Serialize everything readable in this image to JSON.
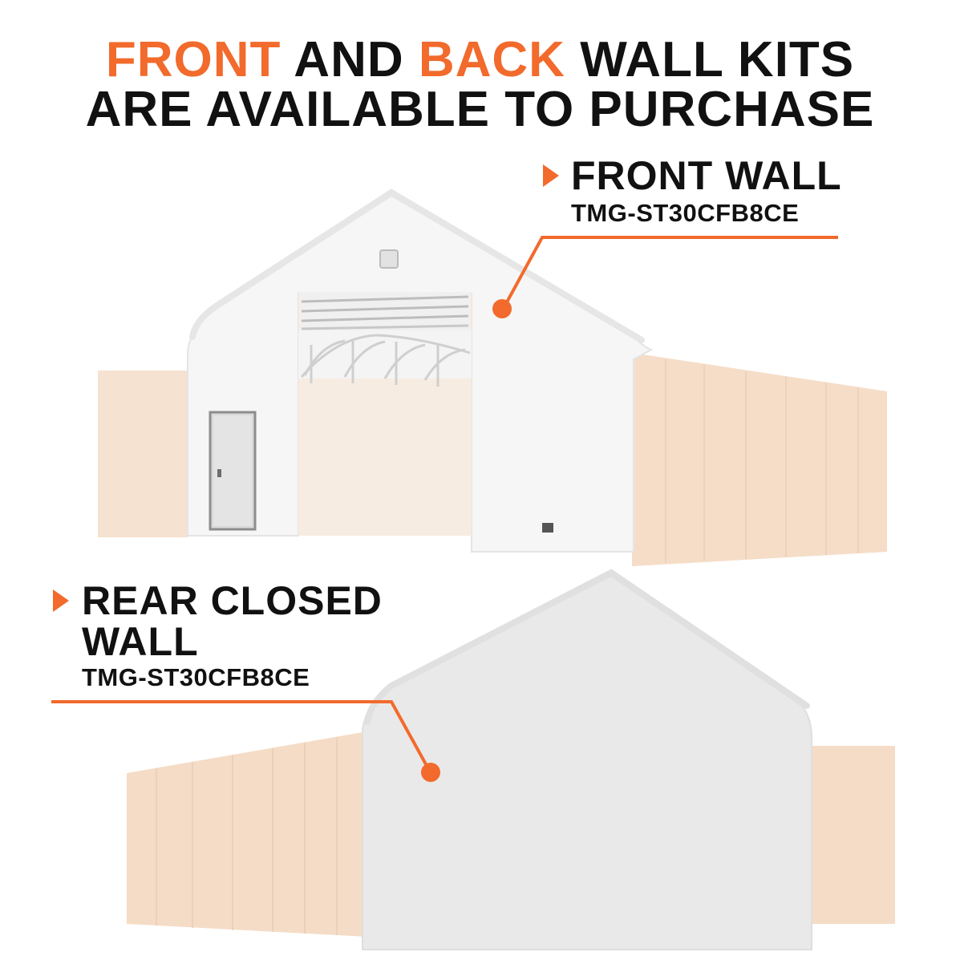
{
  "headline": {
    "line1": [
      {
        "text": "FRONT",
        "accent": true
      },
      {
        "text": " AND ",
        "accent": false
      },
      {
        "text": "BACK",
        "accent": true
      },
      {
        "text": " WALL KITS",
        "accent": false
      }
    ],
    "line2": "ARE AVAILABLE TO PURCHASE"
  },
  "callouts": {
    "front": {
      "title": "FRONT WALL",
      "code": "TMG-ST30CFB8CE"
    },
    "rear": {
      "title_line1": "REAR CLOSED",
      "title_line2": "WALL",
      "code": "TMG-ST30CFB8CE"
    }
  },
  "colors": {
    "accent": "#f26a2c",
    "text": "#111111",
    "container": "#f5dcc6",
    "tent": "#f4f4f4",
    "rear_wall": "#e8e8e8"
  }
}
